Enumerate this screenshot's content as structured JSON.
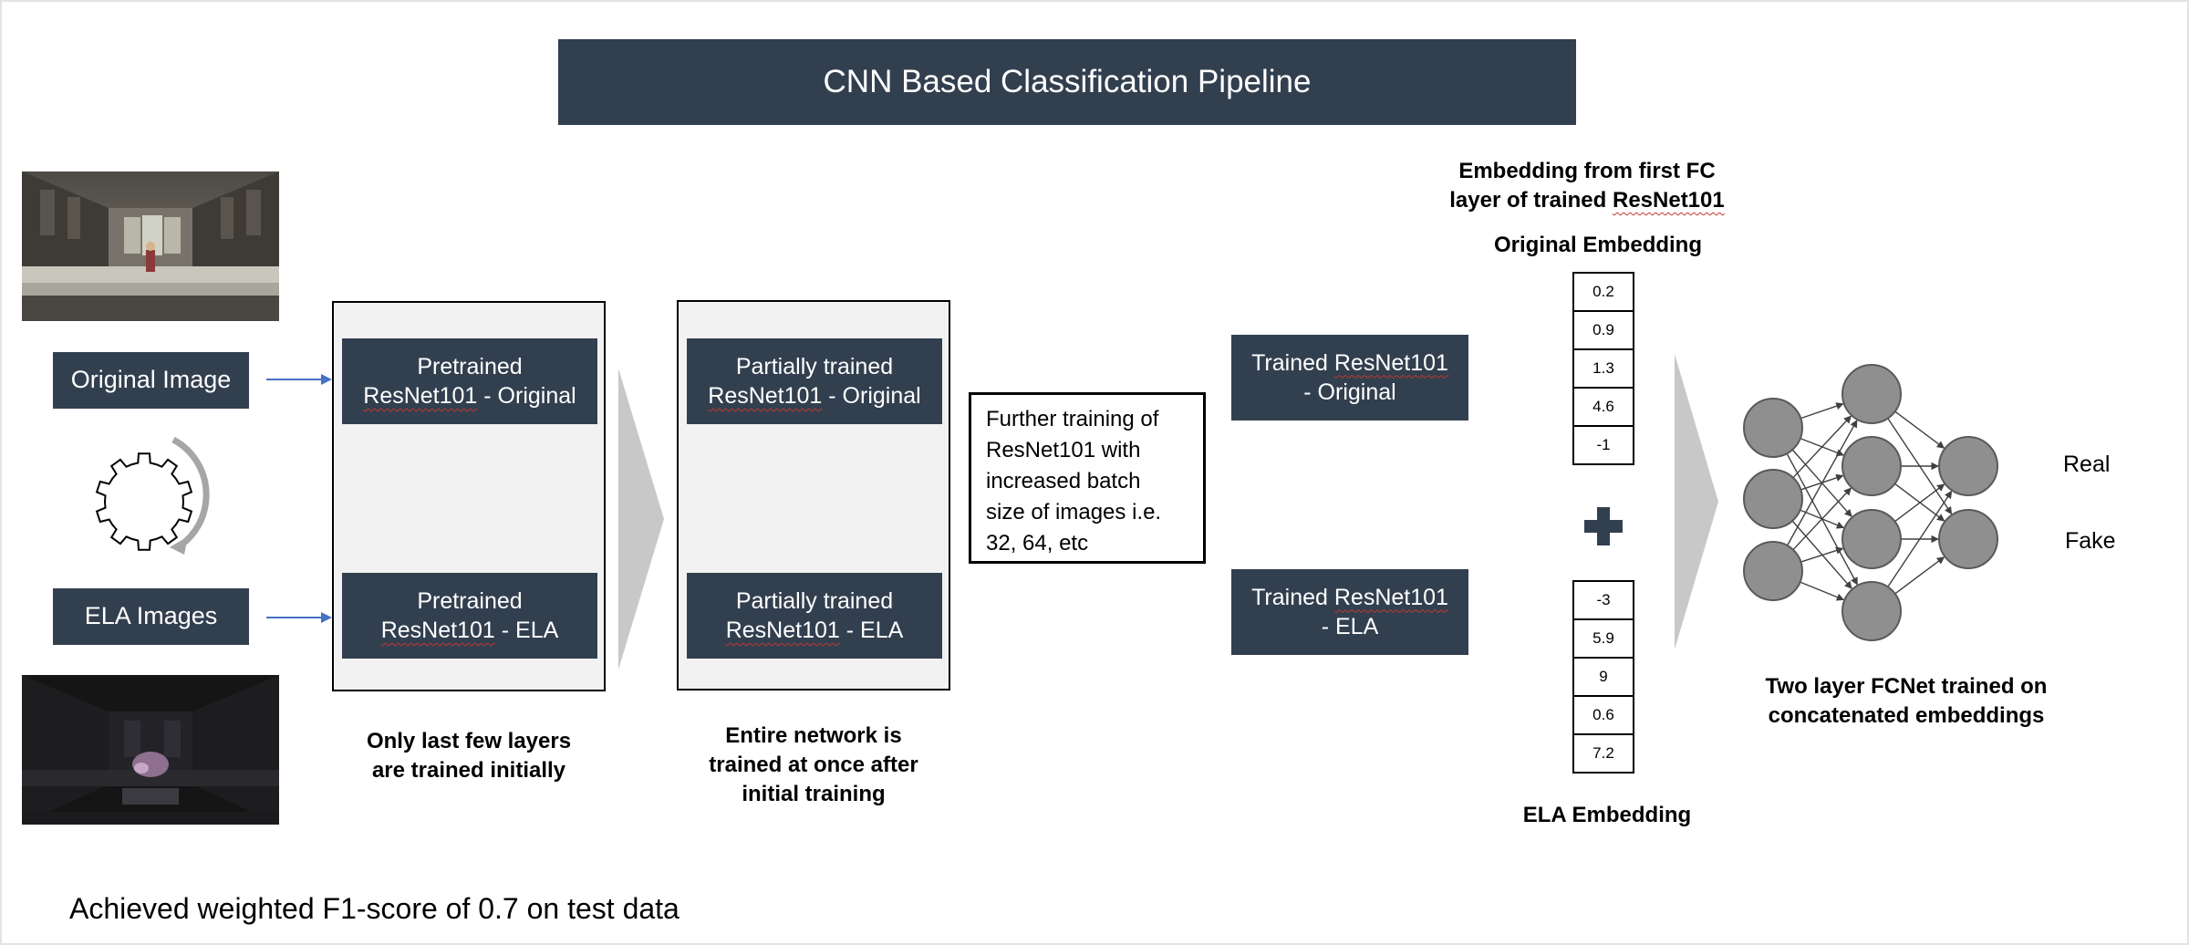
{
  "title": "CNN Based Classification Pipeline",
  "inputs": {
    "original": "Original Image",
    "ela": "ELA Images"
  },
  "stage1": {
    "original": {
      "line1": "Pretrained",
      "model": "ResNet101",
      "suffix": " - Original"
    },
    "ela": {
      "line1": "Pretrained",
      "model": "ResNet101",
      "suffix": " - ELA"
    },
    "caption": [
      "Only last few layers",
      "are trained initially"
    ]
  },
  "stage2": {
    "original": {
      "line1": "Partially trained",
      "model": "ResNet101",
      "suffix": " - Original"
    },
    "ela": {
      "line1": "Partially trained",
      "model": "ResNet101",
      "suffix": " - ELA"
    },
    "caption": [
      "Entire network is",
      "trained at once after",
      "initial training"
    ]
  },
  "further_training": [
    "Further training of",
    "ResNet101 with",
    "increased batch",
    "size of images i.e.",
    "32, 64, etc"
  ],
  "trained": {
    "original": {
      "prefix": "Trained ",
      "model": "ResNet101",
      "line2": "- Original"
    },
    "ela": {
      "prefix": "Trained ",
      "model": "ResNet101",
      "line2": "- ELA"
    }
  },
  "embedding": {
    "heading": {
      "line1": "Embedding from first FC",
      "line2_prefix": "layer of trained ",
      "model": "ResNet101"
    },
    "original_label": "Original Embedding",
    "original_values": [
      "0.2",
      "0.9",
      "1.3",
      "4.6",
      "-1"
    ],
    "ela_label": "ELA Embedding",
    "ela_values": [
      "-3",
      "5.9",
      "9",
      "0.6",
      "7.2"
    ]
  },
  "fcnet": {
    "caption": [
      "Two layer FCNet trained on",
      "concatenated embeddings"
    ],
    "outputs": [
      "Real",
      "Fake"
    ]
  },
  "footer": "Achieved weighted F1-score of 0.7 on test data",
  "colors": {
    "dark_box": "#323f4f",
    "arrow": "#4472c4",
    "panel": "#f2f2f2",
    "neuron": "#8f8f8f",
    "chevron": "#c8c8c8"
  }
}
